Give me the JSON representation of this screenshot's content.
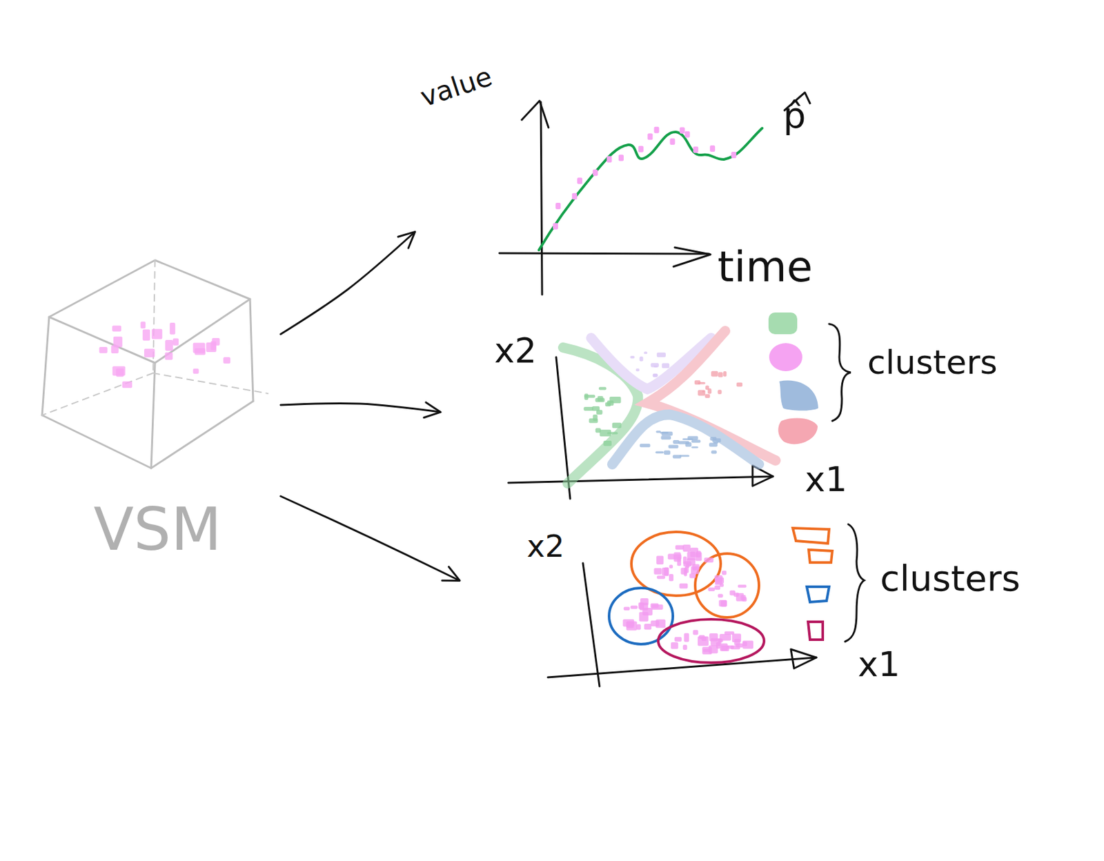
{
  "diagram": {
    "nodes": [
      {
        "text": [
          "VSM"
        ]
      },
      {
        "text": [
          "value",
          "time",
          "p̂"
        ]
      },
      {
        "text": [
          "x2",
          "x1",
          "clusters"
        ]
      },
      {
        "text": [
          "x2",
          "x1",
          "clusters"
        ]
      }
    ],
    "edges": [
      {
        "from": 0,
        "to": 1,
        "arrow": "to"
      },
      {
        "from": 0,
        "to": 2,
        "arrow": "to"
      },
      {
        "from": 0,
        "to": 3,
        "arrow": "to"
      }
    ]
  }
}
